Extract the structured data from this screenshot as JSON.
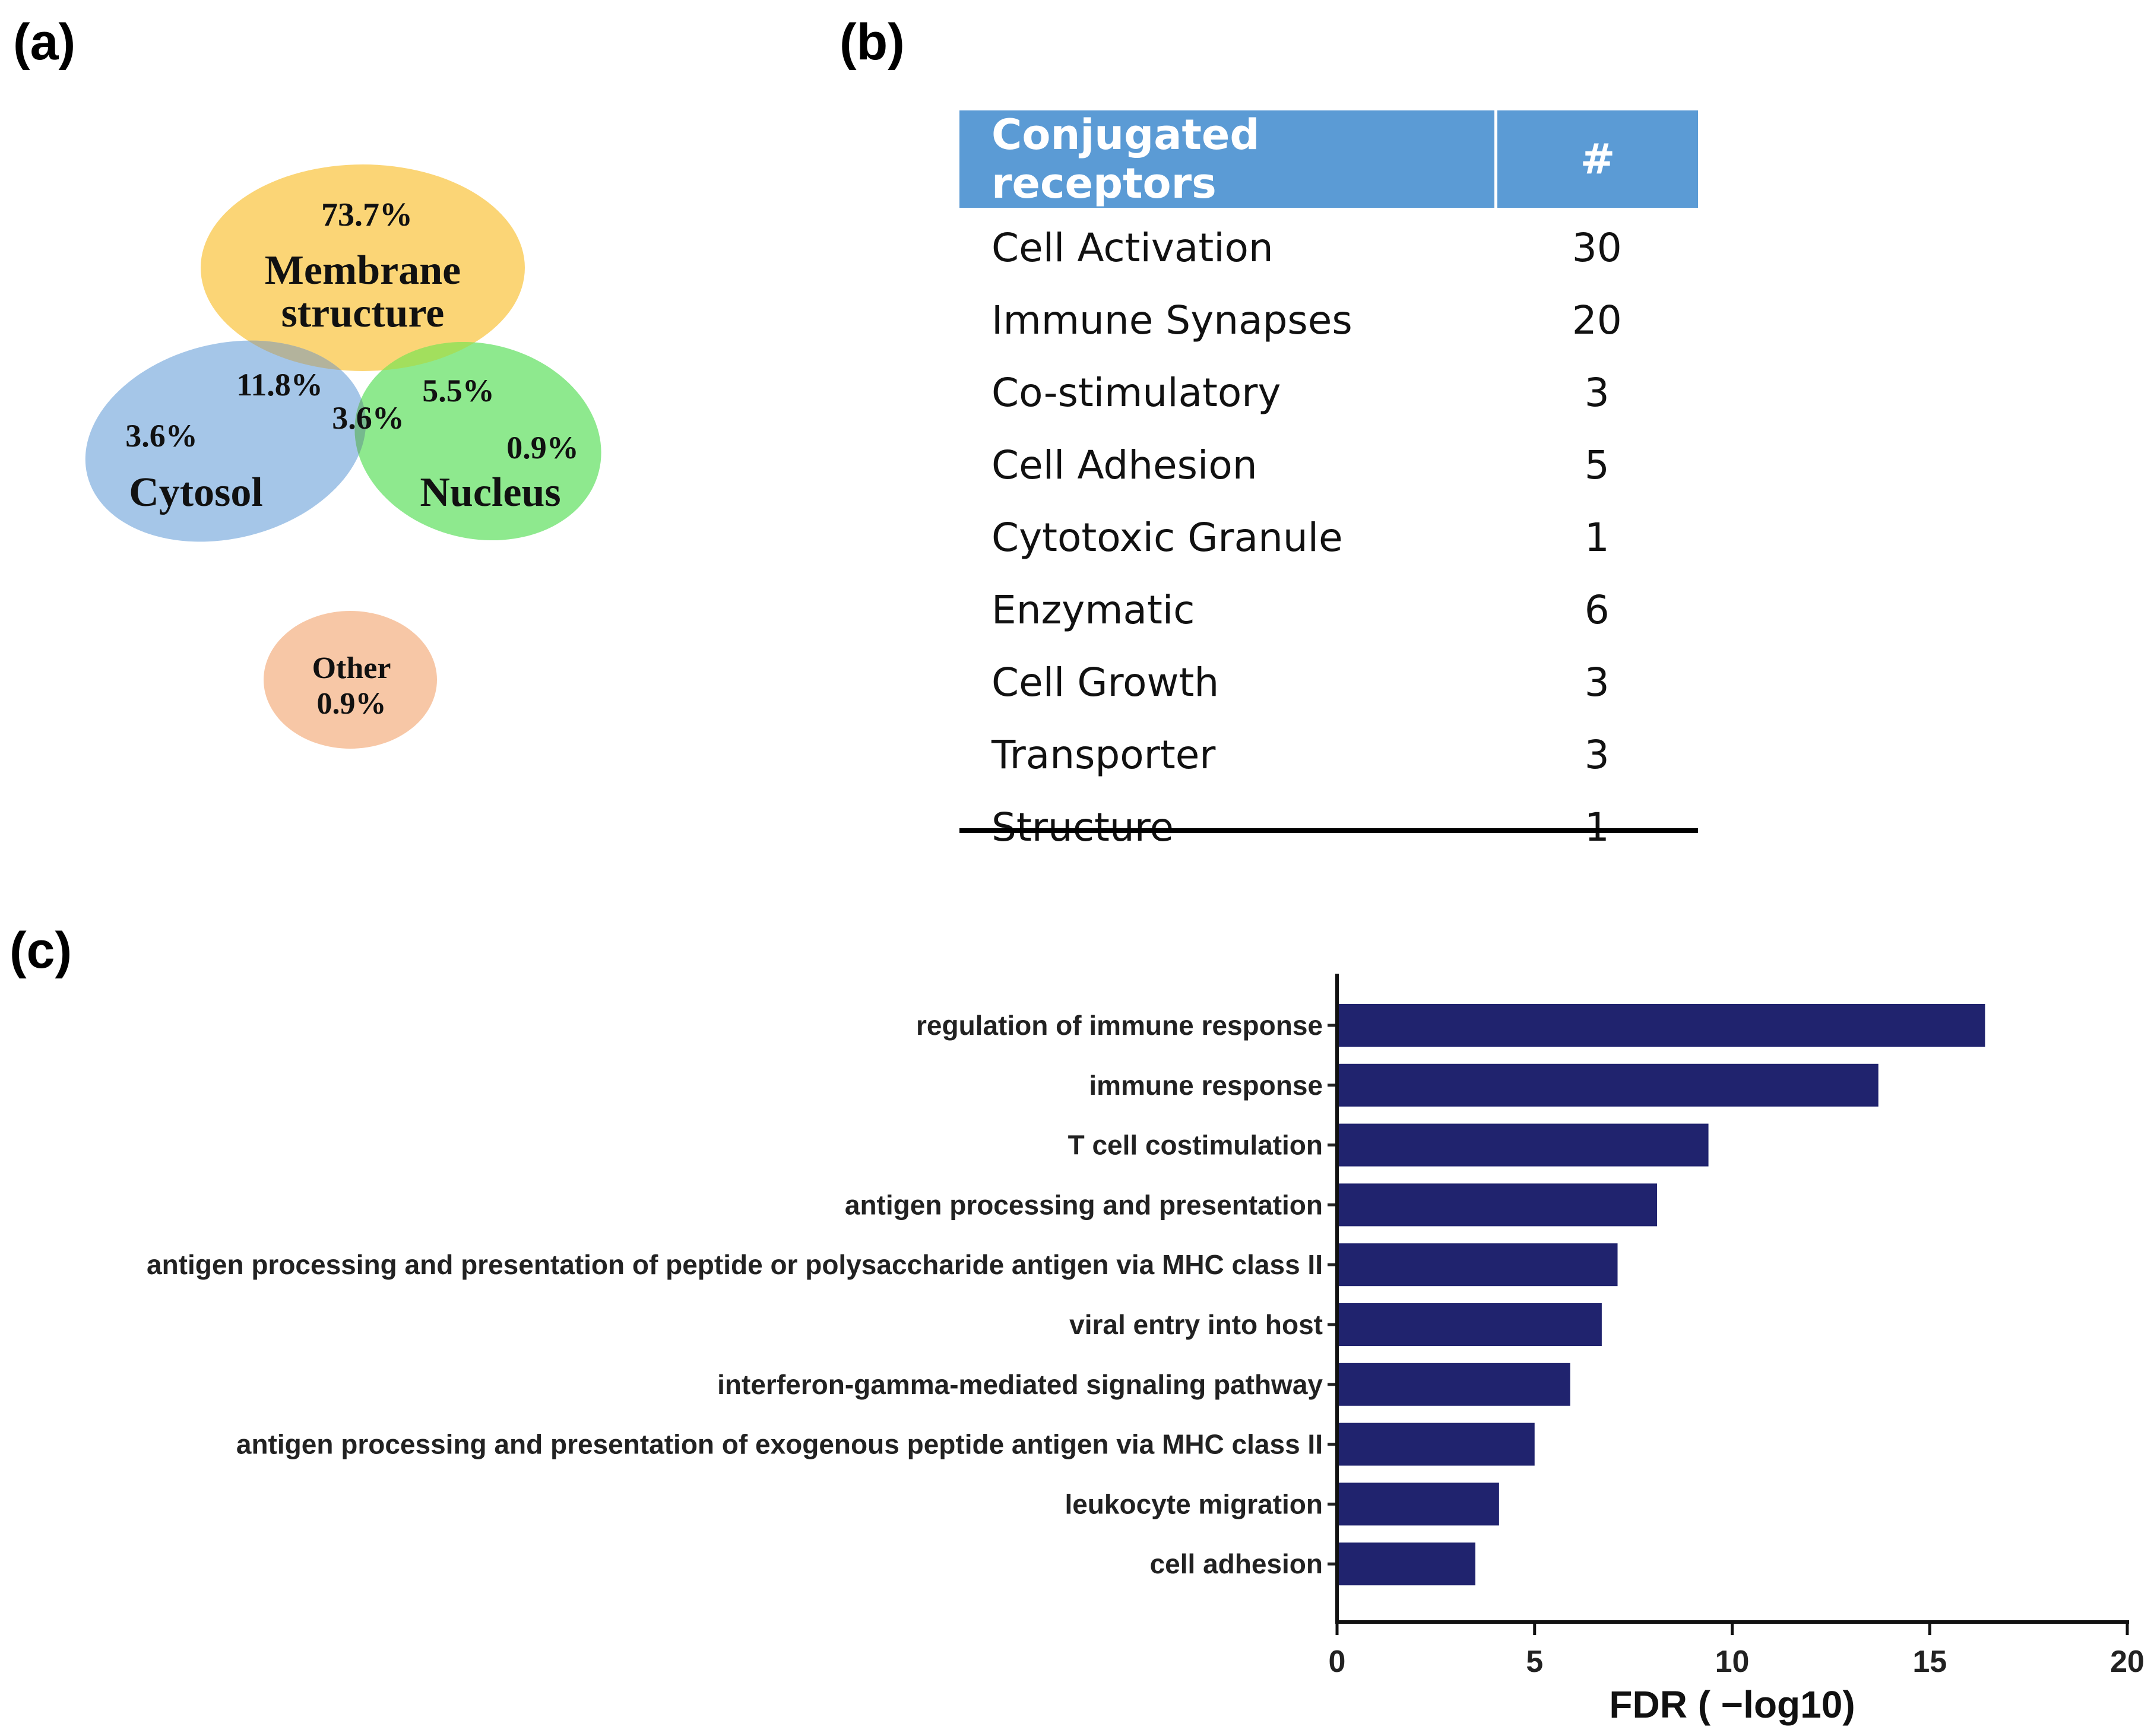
{
  "panels": {
    "a": "(a)",
    "b": "(b)",
    "c": "(c)"
  },
  "venn": {
    "membrane": {
      "name_line1": "Membrane",
      "name_line2": "structure",
      "pct": "73.7%",
      "color": "#fbd576"
    },
    "cytosol": {
      "name": "Cytosol",
      "pct": "3.6%",
      "color": "#a5c6e8"
    },
    "nucleus": {
      "name": "Nucleus",
      "pct": "0.9%",
      "color": "#8ee98e"
    },
    "membrane_cytosol": {
      "pct": "11.8%",
      "color": "#b3b39c"
    },
    "membrane_nucleus": {
      "pct": "5.5%",
      "color": "#a2df5d"
    },
    "all_three": {
      "pct": "3.6%",
      "color": "#76b98e"
    },
    "other": {
      "name": "Other",
      "pct": "0.9%",
      "color": "#f7c7a6"
    }
  },
  "table": {
    "header_name": "Conjugated receptors",
    "header_count": "#",
    "header_color": "#5b9bd5",
    "rows": [
      {
        "name": "Cell Activation",
        "count": "30"
      },
      {
        "name": "Immune Synapses",
        "count": "20"
      },
      {
        "name": "Co-stimulatory",
        "count": "3"
      },
      {
        "name": "Cell Adhesion",
        "count": "5"
      },
      {
        "name": "Cytotoxic Granule",
        "count": "1"
      },
      {
        "name": "Enzymatic",
        "count": "6"
      },
      {
        "name": "Cell Growth",
        "count": "3"
      },
      {
        "name": "Transporter",
        "count": "3"
      },
      {
        "name": "Structure",
        "count": "1"
      }
    ]
  },
  "chart_data": {
    "type": "bar",
    "orientation": "horizontal",
    "categories": [
      "regulation of immune response",
      "immune response",
      "T cell costimulation",
      "antigen processing and presentation",
      "antigen processing and presentation of peptide or polysaccharide antigen via MHC class II",
      "viral entry into host",
      "interferon-gamma-mediated signaling pathway",
      "antigen processing and presentation of exogenous peptide antigen via MHC class II",
      "leukocyte migration",
      "cell adhesion"
    ],
    "values": [
      16.4,
      13.7,
      9.4,
      8.1,
      7.1,
      6.7,
      5.9,
      5.0,
      4.1,
      3.5
    ],
    "xlabel": "FDR ( −log10)",
    "xlim": [
      0,
      20
    ],
    "xticks": [
      0,
      5,
      10,
      15,
      20
    ],
    "bar_color": "#20236e",
    "grid": false
  }
}
